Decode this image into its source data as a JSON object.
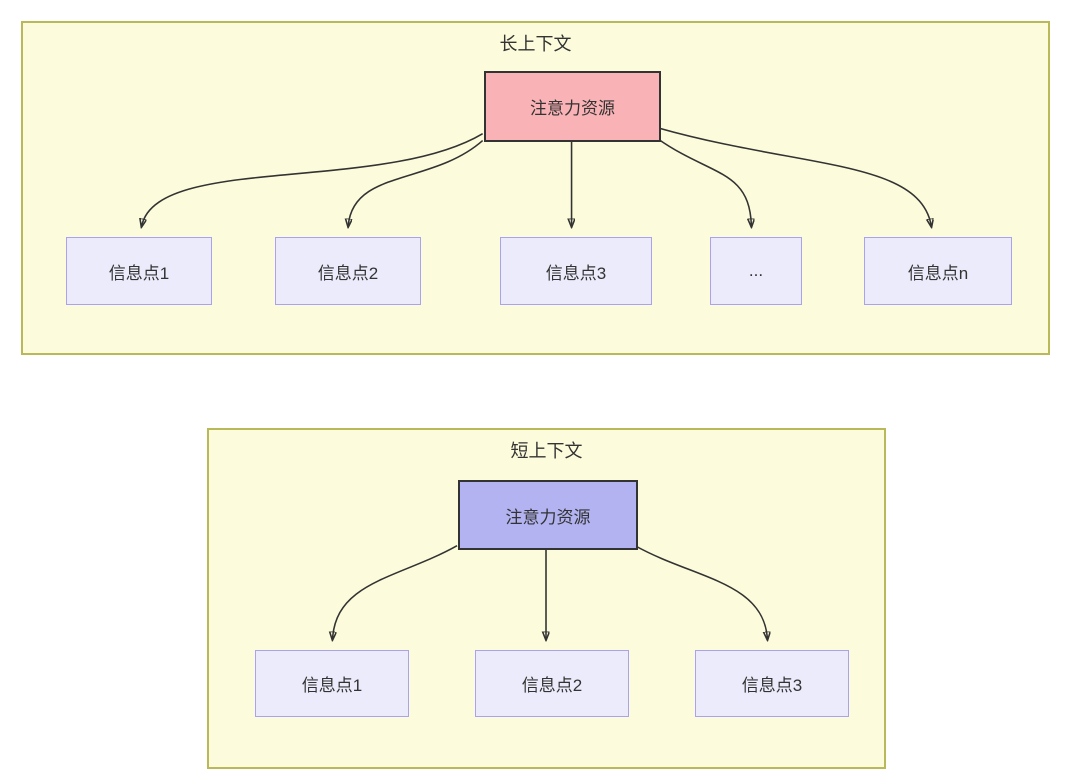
{
  "page": {
    "background": "#ffffff"
  },
  "diagrams": [
    {
      "id": "long-context",
      "title": "长上下文",
      "panel_fill": "#fcfcdc",
      "panel_border": "#b9b95a",
      "root": {
        "label": "注意力资源",
        "fill": "#f9b2b5",
        "border": "#333333"
      },
      "nodes": [
        {
          "label": "信息点1"
        },
        {
          "label": "信息点2"
        },
        {
          "label": "信息点3"
        },
        {
          "label": "..."
        },
        {
          "label": "信息点n"
        }
      ]
    },
    {
      "id": "short-context",
      "title": "短上下文",
      "panel_fill": "#fcfcdc",
      "panel_border": "#b9b95a",
      "root": {
        "label": "注意力资源",
        "fill": "#b3b3f2",
        "border": "#333333"
      },
      "nodes": [
        {
          "label": "信息点1"
        },
        {
          "label": "信息点2"
        },
        {
          "label": "信息点3"
        }
      ]
    }
  ],
  "style": {
    "info_node_fill": "#ebebfc",
    "info_node_border": "#aaa2ee",
    "edge_color": "#333333",
    "text_color": "#333333"
  }
}
